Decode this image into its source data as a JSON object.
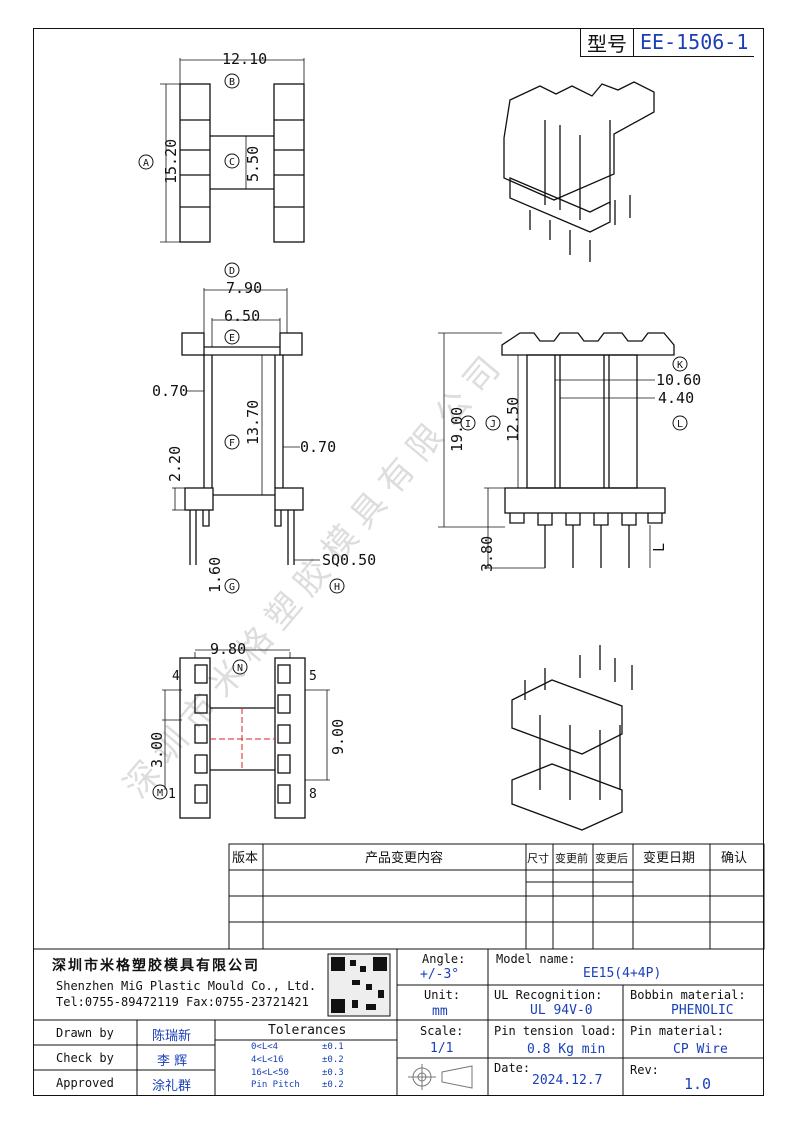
{
  "title_block": {
    "type_label": "型号",
    "model_code": "EE-1506-1"
  },
  "dimensions": {
    "top_width": "12.10",
    "top_height": "15.20",
    "top_inner": "5.50",
    "side_width1": "7.90",
    "side_width2": "6.50",
    "wall_left": "0.70",
    "wall_right": "0.70",
    "inner_height": "13.70",
    "flange_height": "2.20",
    "pin_length": "1.60",
    "pin_square": "SQ0.50",
    "front_height": "19.00",
    "front_winding": "12.50",
    "front_width": "10.60",
    "front_core": "4.40",
    "front_pin": "3.80",
    "front_L": "L",
    "bottom_width": "9.80",
    "bottom_pitch": "3.00",
    "bottom_row": "9.00",
    "pin4": "4",
    "pin5": "5",
    "pin1": "1",
    "pin8": "8"
  },
  "markers": {
    "A": "A",
    "B": "B",
    "C": "C",
    "D": "D",
    "E": "E",
    "F": "F",
    "G": "G",
    "H": "H",
    "I": "I",
    "J": "J",
    "K": "K",
    "L": "L",
    "M": "M",
    "N": "N"
  },
  "revision_table": {
    "headers": [
      "版本",
      "产品变更内容",
      "尺寸",
      "变更前",
      "变更后",
      "变更日期",
      "确认"
    ]
  },
  "company": {
    "name_cn": "深圳市米格塑胶模具有限公司",
    "name_en": "Shenzhen MiG Plastic Mould Co., Ltd.",
    "contact": "Tel:0755-89472119  Fax:0755-23721421",
    "watermark": "深圳市米格塑胶模具有限公司"
  },
  "specs": {
    "angle_label": "Angle:",
    "angle_value": "+/-3°",
    "unit_label": "Unit:",
    "unit_value": "mm",
    "scale_label": "Scale:",
    "scale_value": "1/1",
    "model_label": "Model name:",
    "model_value": "EE15(4+4P)",
    "ul_label": "UL Recognition:",
    "ul_value": "UL 94V-0",
    "bobbin_label": "Bobbin material:",
    "bobbin_value": "PHENOLIC",
    "tension_label": "Pin tension load:",
    "tension_value": "0.8 Kg min",
    "pin_mat_label": "Pin material:",
    "pin_mat_value": "CP Wire",
    "date_label": "Date:",
    "date_value": "2024.12.7",
    "rev_label": "Rev:",
    "rev_value": "1.0"
  },
  "signoff": {
    "drawn_label": "Drawn by",
    "drawn_name": "陈瑞新",
    "check_label": "Check by",
    "check_name": "李 辉",
    "approved_label": "Approved",
    "approved_name": "涂礼群"
  },
  "tolerances": {
    "title": "Tolerances",
    "rows": [
      {
        "range": "0<L<4",
        "tol": "±0.1"
      },
      {
        "range": "4<L<16",
        "tol": "±0.2"
      },
      {
        "range": "16<L<50",
        "tol": "±0.3"
      },
      {
        "range": "Pin Pitch",
        "tol": "±0.2"
      }
    ]
  }
}
